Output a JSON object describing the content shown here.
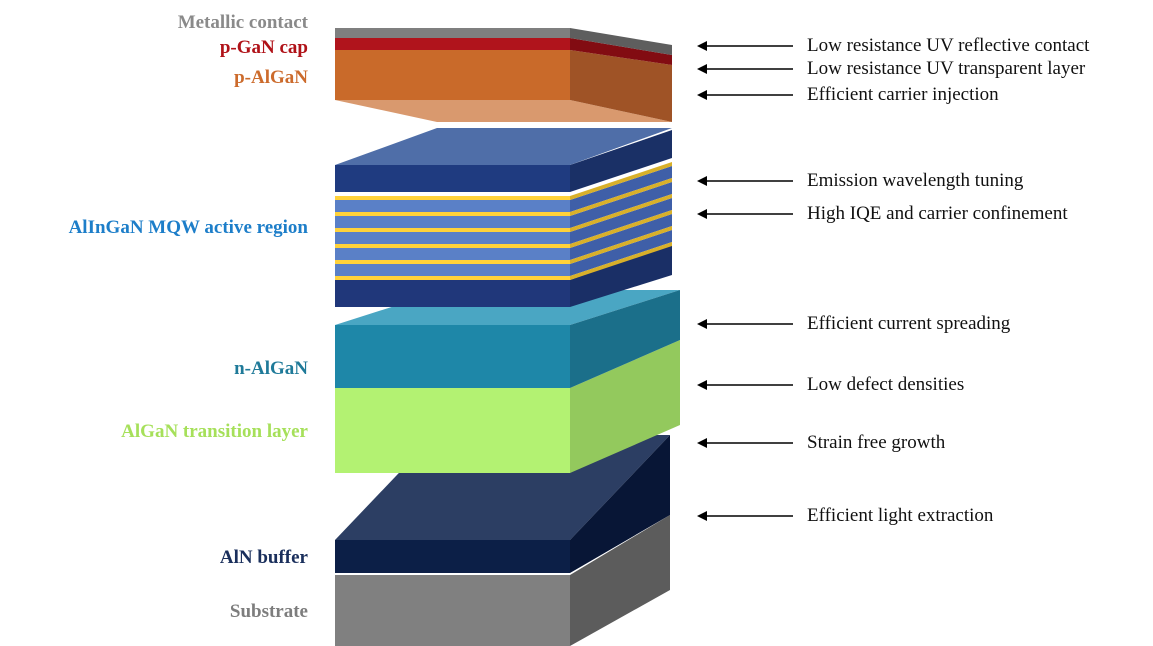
{
  "layers": [
    {
      "id": "metallic-contact",
      "label": "Metallic contact",
      "color": "#8a8a8a"
    },
    {
      "id": "p-gan-cap",
      "label": "p-GaN cap",
      "color": "#b01218"
    },
    {
      "id": "p-algan",
      "label": "p-AlGaN",
      "color": "#cc6b2c"
    },
    {
      "id": "mqw",
      "label": "AlInGaN MQW active region",
      "color": "#1d7ec9"
    },
    {
      "id": "n-algan",
      "label": "n-AlGaN",
      "color": "#1f7a99"
    },
    {
      "id": "transition",
      "label": "AlGaN transition layer",
      "color": "#a6e05a"
    },
    {
      "id": "aln-buffer",
      "label": "AlN buffer",
      "color": "#1a2f5c"
    },
    {
      "id": "substrate",
      "label": "Substrate",
      "color": "#7d7d7d"
    }
  ],
  "features": [
    {
      "text": "Low resistance UV reflective contact"
    },
    {
      "text": "Low resistance UV transparent layer"
    },
    {
      "text": "Efficient carrier injection"
    },
    {
      "text": "Emission wavelength tuning"
    },
    {
      "text": "High IQE and carrier confinement"
    },
    {
      "text": "Efficient current spreading"
    },
    {
      "text": "Low defect densities"
    },
    {
      "text": "Strain free growth"
    },
    {
      "text": "Efficient light extraction"
    }
  ]
}
